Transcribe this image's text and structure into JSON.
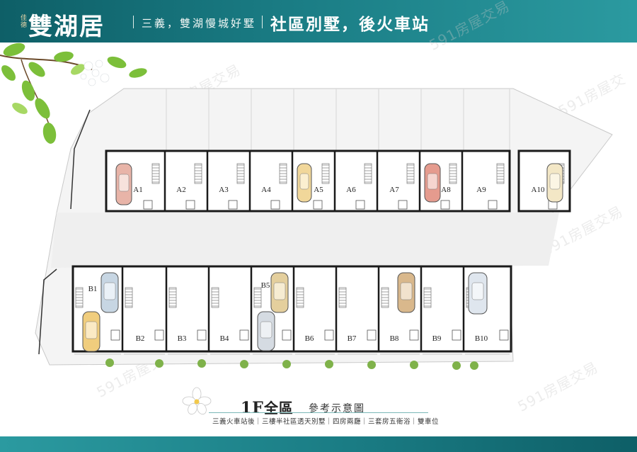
{
  "header": {
    "logo_small": "佳德",
    "logo": "雙湖居",
    "slogan": "三義，雙湖慢城好墅",
    "tagline": "社區別墅，後火車站"
  },
  "watermark": "591房屋交易",
  "units_a": [
    "A1",
    "A2",
    "A3",
    "A4",
    "A5",
    "A6",
    "A7",
    "A8",
    "A9",
    "A10"
  ],
  "units_b": [
    "B1",
    "B2",
    "B3",
    "B4",
    "B5",
    "B6",
    "B7",
    "B8",
    "B9",
    "B10"
  ],
  "plan": {
    "title_num": "1F",
    "title_text": "全區",
    "subtitle": "參考示意圖",
    "description": "三義火車站後｜三樓半社區透天別墅｜四房兩廳｜三套房五衛浴｜雙車位"
  },
  "colors": {
    "teal_dark": "#0e5f67",
    "teal_light": "#2b9aa0",
    "wall": "#1a1a1a"
  }
}
